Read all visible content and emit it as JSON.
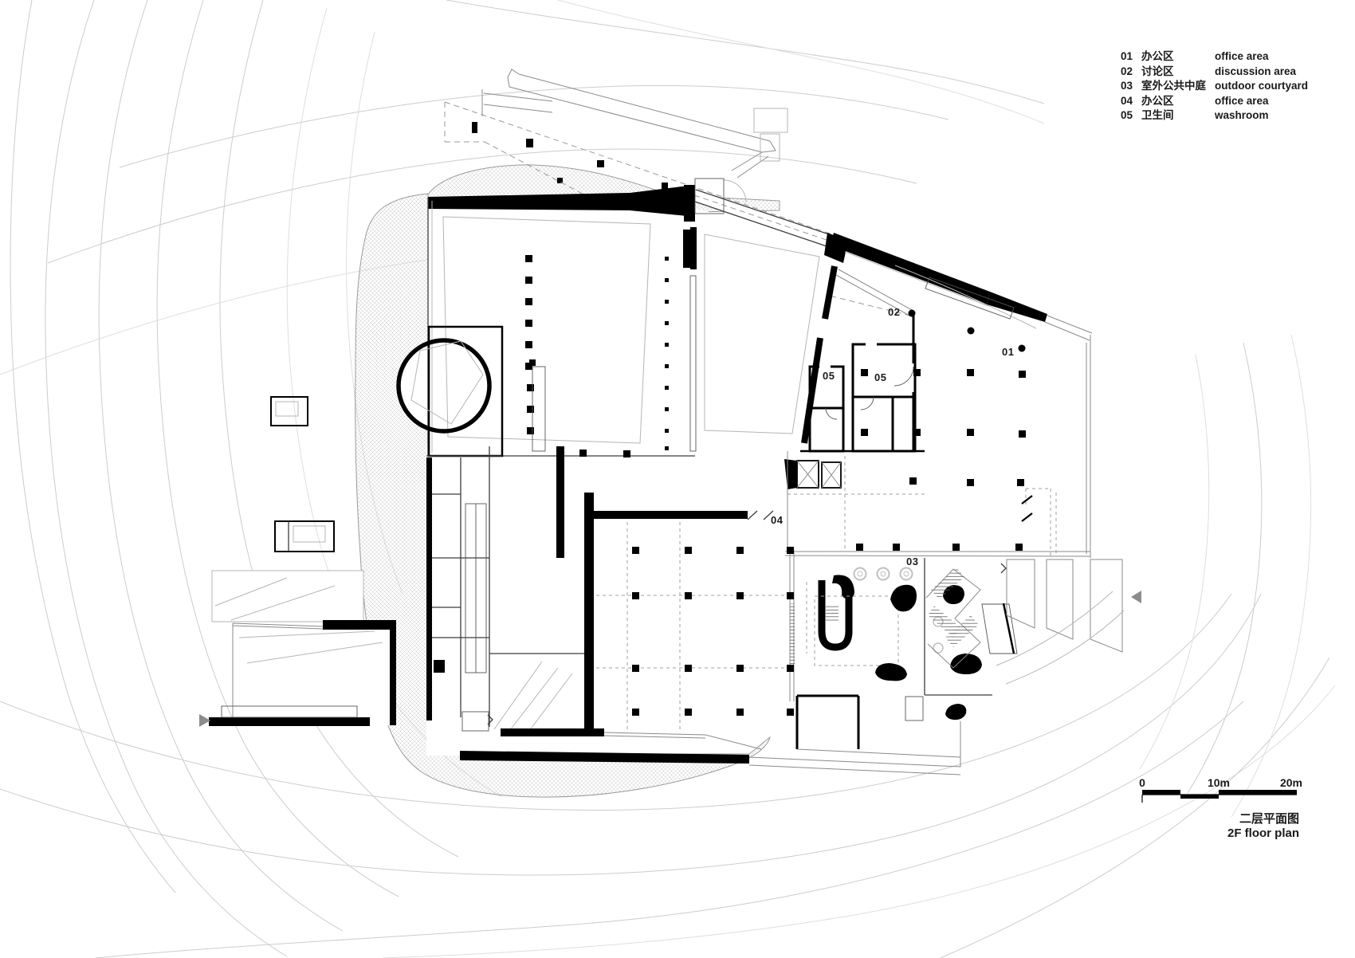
{
  "legend": {
    "items": [
      {
        "num": "01",
        "zh": "办公区",
        "en": "office area"
      },
      {
        "num": "02",
        "zh": "讨论区",
        "en": "discussion area"
      },
      {
        "num": "03",
        "zh": "室外公共中庭",
        "en": "outdoor courtyard"
      },
      {
        "num": "04",
        "zh": "办公区",
        "en": "office area"
      },
      {
        "num": "05",
        "zh": "卫生间",
        "en": "washroom"
      }
    ]
  },
  "plan_labels": [
    {
      "text": "02"
    },
    {
      "text": "01"
    },
    {
      "text": "05"
    },
    {
      "text": "05"
    },
    {
      "text": "04"
    },
    {
      "text": "03"
    }
  ],
  "scale_bar": {
    "tick_labels": [
      "0",
      "10m",
      "20m"
    ]
  },
  "title": {
    "zh": "二层平面图",
    "en": "2F floor plan"
  },
  "colors": {
    "wall": "#000000",
    "line_dark": "#3c3c3c",
    "line_mid": "#8a8a8a",
    "contour": "#cccccc",
    "marker_gray": "#8c8c8c",
    "background": "#ffffff",
    "text": "#1a1a1a"
  }
}
